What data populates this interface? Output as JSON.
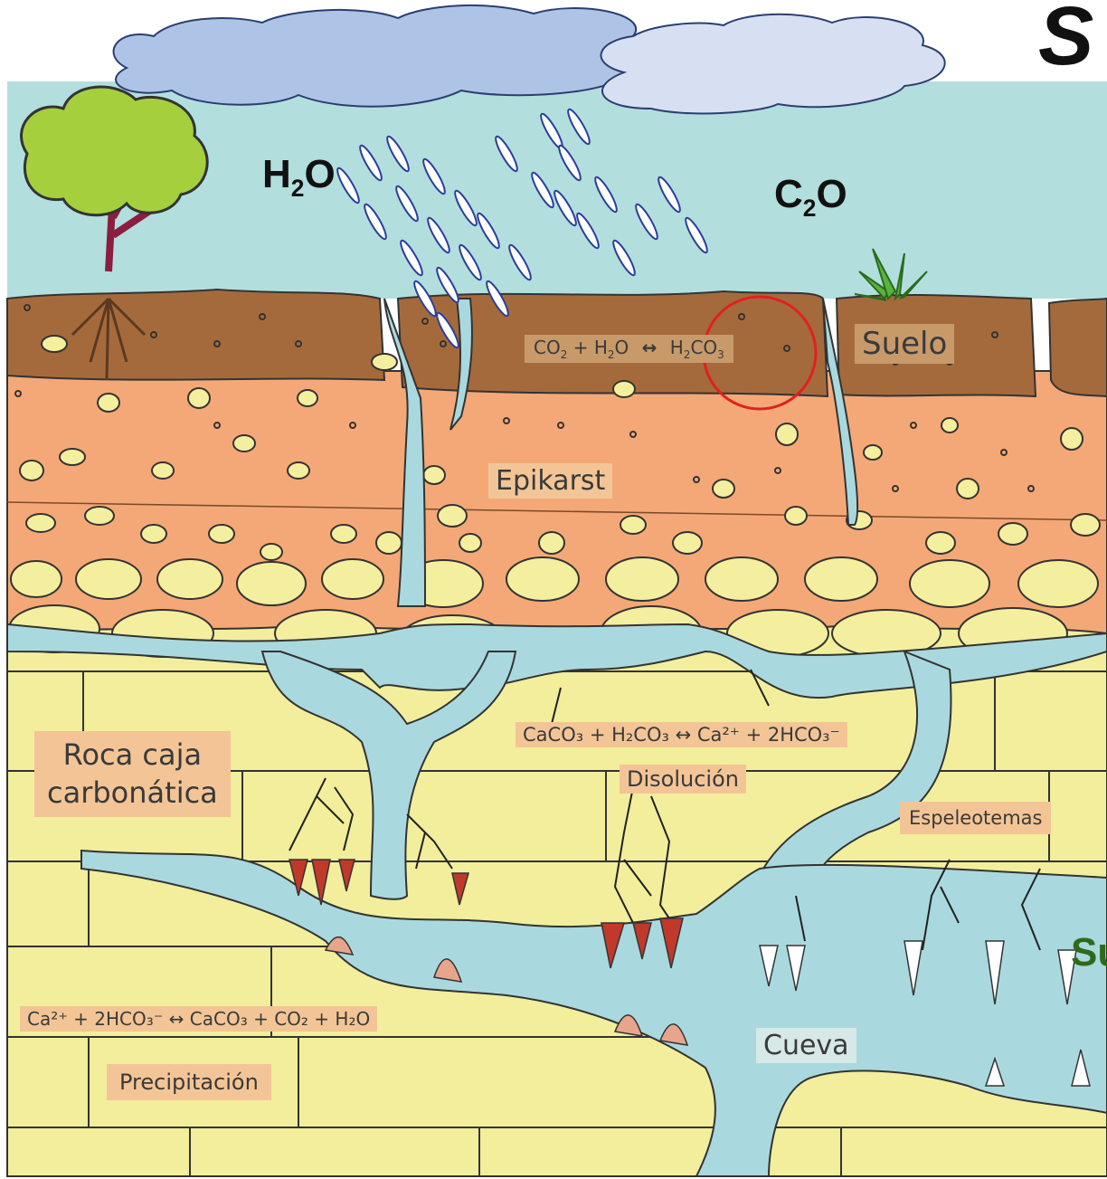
{
  "title_fragment": "S",
  "gas_labels": {
    "water": "H",
    "water_sub": "2",
    "water_end": "O",
    "co": "C",
    "co_sub": "2",
    "co_end": "O"
  },
  "soil": {
    "label": "Suelo",
    "equation": {
      "a": "CO",
      "a_sub": "2",
      "plus": " + H",
      "b_sub": "2",
      "b_end": "O",
      "arrow": "↔",
      "c": "H",
      "c_sub": "2",
      "c_mid": "CO",
      "c_sub2": "3"
    }
  },
  "epikarst": {
    "label": "Epikarst"
  },
  "host_rock": {
    "line1": "Roca caja",
    "line2": "carbonática"
  },
  "dissolution": {
    "label": "Disolución",
    "equation": "CaCO₃ + H₂CO₃ ↔ Ca²⁺ + 2HCO₃⁻"
  },
  "speleothems": {
    "label": "Espeleotemas"
  },
  "precipitation": {
    "label": "Precipitación",
    "equation": "Ca²⁺ + 2HCO₃⁻  ↔  CaCO₃ + CO₂ + H₂O"
  },
  "cave": {
    "label": "Cueva"
  },
  "cut_label": "Su",
  "colors": {
    "sky": "#b3dede",
    "soil": "#a56a3c",
    "epikarst": "#f4a877",
    "rock": "#f2ee9c",
    "water": "#a9d9de",
    "pebble": "#f4ef9f",
    "cloud_dark": "#aec4e6",
    "cloud_light": "#d7e0f2",
    "highlight_circle": "#e02020"
  }
}
